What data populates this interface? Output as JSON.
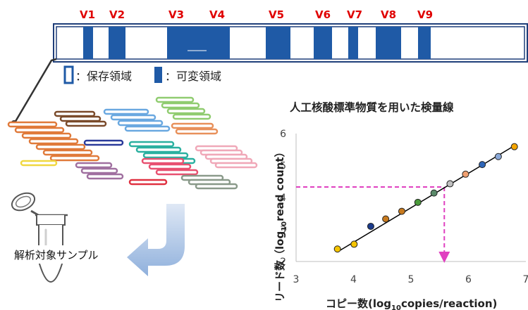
{
  "gene": {
    "region_labels": [
      "V1",
      "V2",
      "V3",
      "V4",
      "V5",
      "V6",
      "V7",
      "V8",
      "V9"
    ],
    "region_label_color": "#e00000",
    "conserved_color": "#ffffff",
    "variable_color": "#1f5aa6",
    "outline_color": "#1f3f7a"
  },
  "legend": {
    "conserved_label": "：保存領域",
    "variable_label": "：可変領域"
  },
  "sample_label": "解析対象サンプル",
  "chart_data": {
    "type": "scatter",
    "title": "人工核酸標準物質を用いた検量線",
    "xlabel": "コピー数(log10copies/reaction)",
    "ylabel": "リード数（log10read count）",
    "xlim": [
      3,
      7
    ],
    "ylim": [
      2,
      6
    ],
    "xticks": [
      3,
      4,
      5,
      6,
      7
    ],
    "yticks": [
      2,
      3,
      4,
      5,
      6
    ],
    "grid": false,
    "points": [
      {
        "x": 3.72,
        "y": 2.39,
        "color": "#f5c400"
      },
      {
        "x": 4.01,
        "y": 2.54,
        "color": "#f5c400"
      },
      {
        "x": 4.3,
        "y": 3.1,
        "color": "#1a3a8c"
      },
      {
        "x": 4.56,
        "y": 3.33,
        "color": "#c87a1e"
      },
      {
        "x": 4.84,
        "y": 3.57,
        "color": "#c87a1e"
      },
      {
        "x": 5.12,
        "y": 3.85,
        "color": "#4a9a3a"
      },
      {
        "x": 5.4,
        "y": 4.14,
        "color": "#5a8a6a"
      },
      {
        "x": 5.68,
        "y": 4.43,
        "color": "#bfbfbf"
      },
      {
        "x": 5.95,
        "y": 4.73,
        "color": "#f0a070"
      },
      {
        "x": 6.24,
        "y": 5.03,
        "color": "#2f66b8"
      },
      {
        "x": 6.52,
        "y": 5.28,
        "color": "#8aa8d8"
      },
      {
        "x": 6.8,
        "y": 5.59,
        "color": "#f5a500"
      }
    ],
    "fit_line": {
      "x": [
        3.72,
        6.8
      ],
      "y": [
        2.3,
        5.62
      ]
    },
    "guide": {
      "x": 5.58,
      "y": 4.33,
      "color": "#e040c0"
    }
  }
}
